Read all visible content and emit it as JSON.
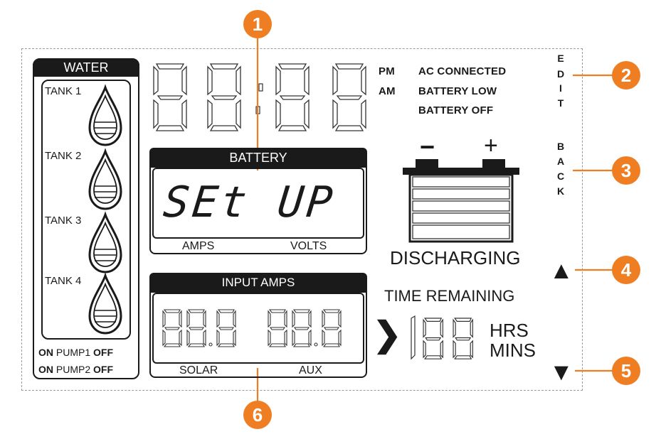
{
  "water": {
    "header": "WATER",
    "tanks": [
      "TANK 1",
      "TANK 2",
      "TANK 3",
      "TANK 4"
    ],
    "pumps": [
      {
        "on": "ON",
        "label": "PUMP1",
        "off": "OFF"
      },
      {
        "on": "ON",
        "label": "PUMP2",
        "off": "OFF"
      }
    ]
  },
  "clock": {
    "pm": "PM",
    "am": "AM"
  },
  "status": {
    "ac": "AC CONNECTED",
    "low": "BATTERY LOW",
    "off": "BATTERY OFF"
  },
  "edit": [
    "E",
    "D",
    "I",
    "T"
  ],
  "back": [
    "B",
    "A",
    "C",
    "K"
  ],
  "battery_panel": {
    "header": "BATTERY",
    "display": "SEt UP",
    "left": "AMPS",
    "right": "VOLTS"
  },
  "input_panel": {
    "header": "INPUT AMPS",
    "left": "SOLAR",
    "right": "AUX"
  },
  "battery_icon": {
    "minus": "−",
    "plus": "+"
  },
  "discharging": "DISCHARGING",
  "time_remaining": "TIME REMAINING",
  "hrs": "HRS",
  "mins": "MINS",
  "arrows": {
    "up": "▲",
    "down": "▼",
    "chevron": "❯"
  },
  "callouts": [
    "1",
    "2",
    "3",
    "4",
    "5",
    "6"
  ],
  "colors": {
    "accent": "#ef7d22",
    "ink": "#1a1a1a"
  }
}
